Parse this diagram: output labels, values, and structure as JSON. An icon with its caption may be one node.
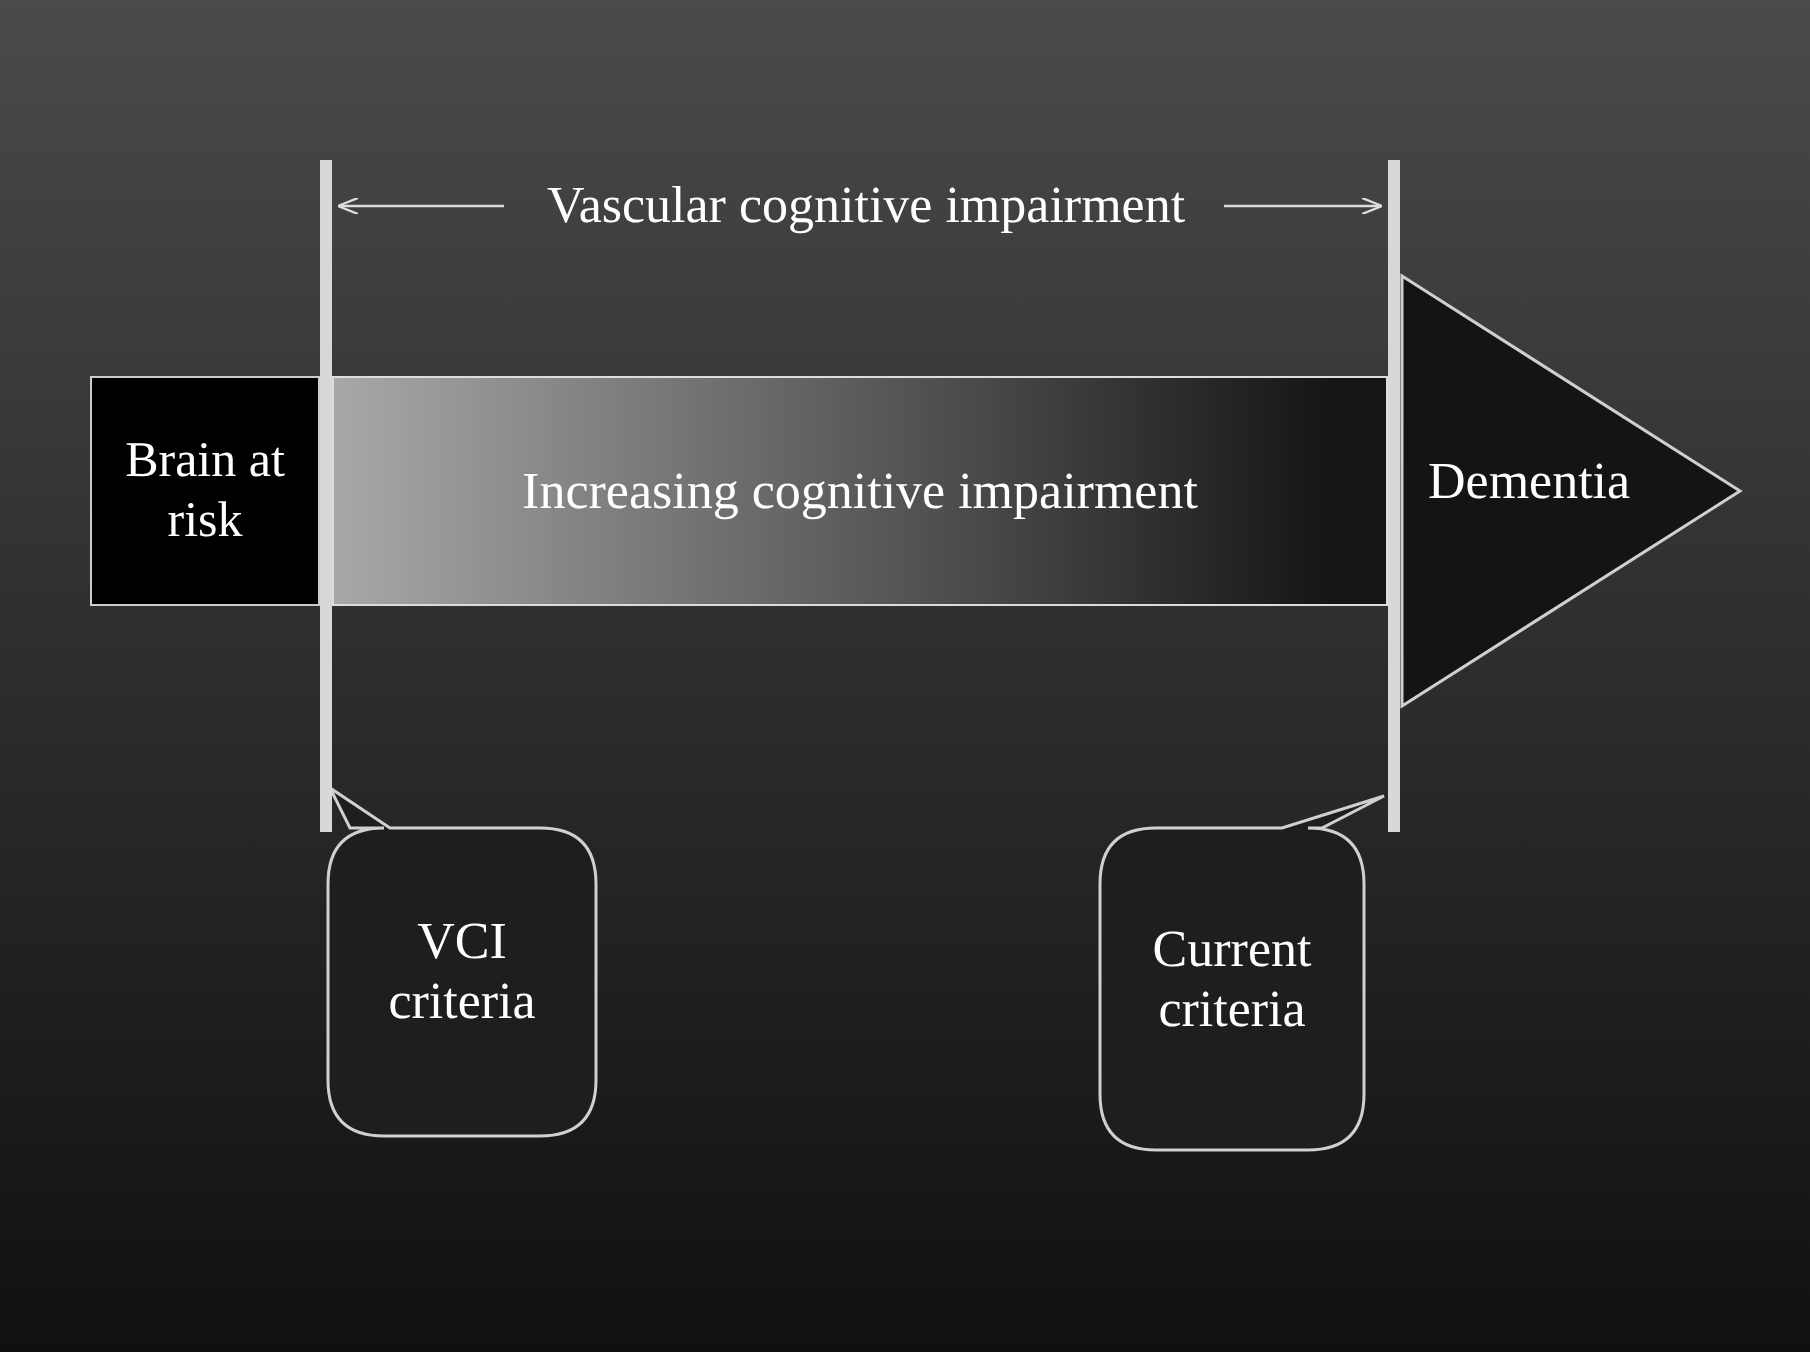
{
  "diagram": {
    "nodes": [
      {
        "text": [
          "Brain at risk"
        ]
      },
      {
        "text": [
          "Increasing cognitive impairment"
        ]
      },
      {
        "text": [
          "Dementia"
        ]
      },
      {
        "text": [
          "VCI criteria"
        ]
      },
      {
        "text": [
          "Current criteria"
        ]
      }
    ],
    "labels": [
      "Vascular cognitive impairment"
    ]
  }
}
